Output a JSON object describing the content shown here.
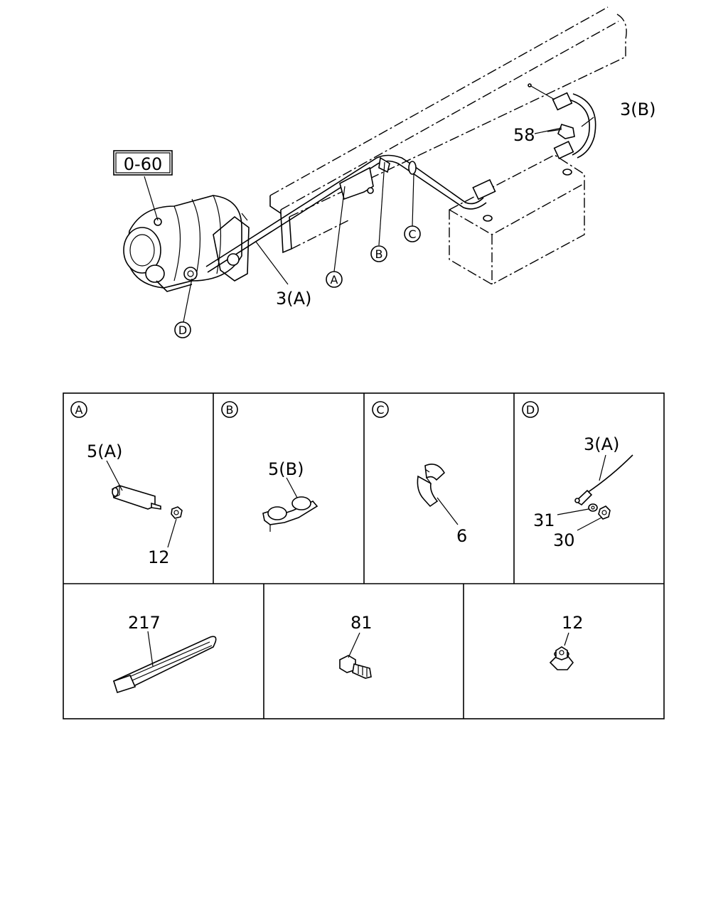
{
  "main_view": {
    "ref_box": "0-60",
    "labels": {
      "cable_b": "3(B)",
      "bolt": "58",
      "cable_a": "3(A)"
    },
    "callouts": [
      "A",
      "B",
      "C",
      "D"
    ]
  },
  "detail_panels": [
    {
      "marker": "A",
      "labels": [
        "5(A)",
        "12"
      ]
    },
    {
      "marker": "B",
      "labels": [
        "5(B)"
      ]
    },
    {
      "marker": "C",
      "labels": [
        "6"
      ]
    },
    {
      "marker": "D",
      "labels": [
        "3(A)",
        "31",
        "30"
      ]
    }
  ],
  "parts_panels": [
    {
      "label": "217"
    },
    {
      "label": "81"
    },
    {
      "label": "12"
    }
  ]
}
